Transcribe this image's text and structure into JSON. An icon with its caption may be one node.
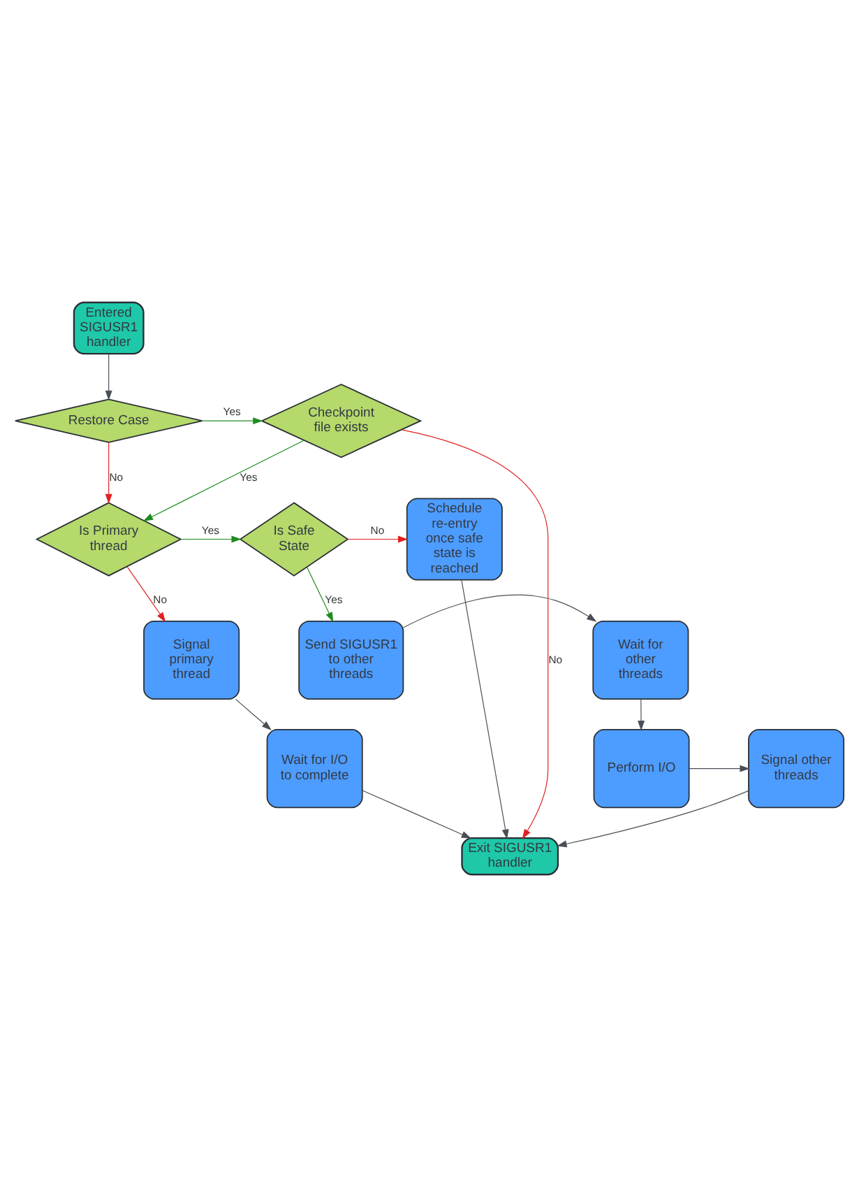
{
  "diagram": {
    "nodes": [
      {
        "text": [
          "Entered SIGUSR1 handler"
        ]
      },
      {
        "text": [
          "Checkpoint file exists"
        ]
      },
      {
        "text": [
          "Restore Case"
        ]
      },
      {
        "text": [
          "Schedule re-entry once safe state is reached"
        ]
      },
      {
        "text": [
          "Is Safe State"
        ]
      },
      {
        "text": [
          "Is Primary thread"
        ]
      },
      {
        "text": [
          "Wait for other threads"
        ]
      },
      {
        "text": [
          "Send SIGUSR1 to other threads"
        ]
      },
      {
        "text": [
          "Signal primary thread"
        ]
      },
      {
        "text": [
          "Perform I/O"
        ]
      },
      {
        "text": [
          "Signal other threads"
        ]
      },
      {
        "text": [
          "Wait for I/O to complete"
        ]
      },
      {
        "text": [
          "Exit SIGUSR1 handler"
        ]
      }
    ],
    "edges": [
      {
        "from": 0,
        "to": 2,
        "arrow": "to"
      },
      {
        "from": 2,
        "to": 1,
        "arrow": "to",
        "label": "Yes",
        "color": "#1e8c1e"
      },
      {
        "from": 1,
        "to": 12,
        "arrow": "to",
        "label": "No",
        "color": "#e02020"
      },
      {
        "from": 1,
        "to": 5,
        "arrow": "to",
        "label": "Yes",
        "color": "#1e8c1e"
      },
      {
        "from": 2,
        "to": 5,
        "arrow": "to",
        "label": "No",
        "color": "#e02020"
      },
      {
        "from": 5,
        "to": 4,
        "arrow": "to",
        "label": "Yes",
        "color": "#1e8c1e"
      },
      {
        "from": 4,
        "to": 3,
        "arrow": "to",
        "label": "No",
        "color": "#e02020"
      },
      {
        "from": 4,
        "to": 7,
        "arrow": "to",
        "label": "Yes",
        "color": "#1e8c1e"
      },
      {
        "from": 5,
        "to": 8,
        "arrow": "to",
        "label": "No",
        "color": "#e02020"
      },
      {
        "from": 7,
        "to": 6,
        "arrow": "to"
      },
      {
        "from": 6,
        "to": 9,
        "arrow": "to"
      },
      {
        "from": 9,
        "to": 10,
        "arrow": "to"
      },
      {
        "from": 3,
        "to": 12,
        "arrow": "to"
      },
      {
        "from": 10,
        "to": 12,
        "arrow": "to"
      },
      {
        "from": 8,
        "to": 11,
        "arrow": "to"
      },
      {
        "from": 11,
        "to": 12,
        "arrow": "to"
      }
    ]
  }
}
